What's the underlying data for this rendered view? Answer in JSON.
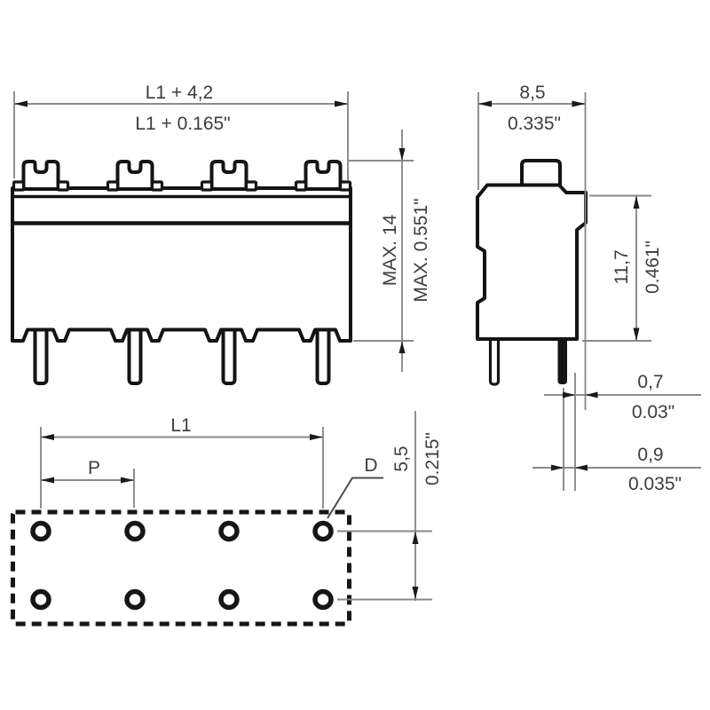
{
  "drawing": {
    "type": "technical-dimension-drawing",
    "subject": "PCB terminal block, 4 poles, front / side / drilling views",
    "colors": {
      "outline": "#141414",
      "dimension_lines": "#8a8a8a",
      "text": "#3d3d3d",
      "background": "#ffffff"
    }
  },
  "front_view": {
    "width_dim_mm": "L1 + 4,2",
    "width_dim_in": "L1 + 0.165\"",
    "height_dim_mm": "MAX. 14",
    "height_dim_in": "MAX. 0.551\"",
    "clamp_count": 4,
    "pin_count": 4
  },
  "side_view": {
    "width_mm": "8,5",
    "width_in": "0.335\"",
    "height_mm": "11,7",
    "height_in": "0.461\"",
    "pin_tip_mm": "0,7",
    "pin_tip_in": "0.03\"",
    "pin_mm": "0,9",
    "pin_in": "0.035\""
  },
  "drilling_plan": {
    "length_label": "L1",
    "pitch_label": "P",
    "hole_dia_label": "D",
    "row_spacing_mm": "5,5",
    "row_spacing_in": "0.215\"",
    "hole_rows": 2,
    "hole_cols": 4
  }
}
